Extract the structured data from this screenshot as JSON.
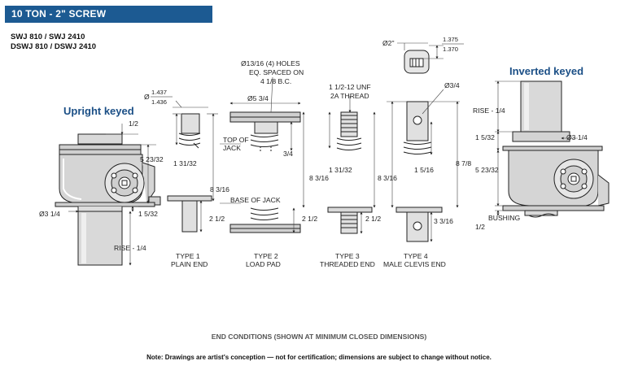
{
  "header": {
    "title": "10 TON - 2\" SCREW",
    "color": "#1c5a92"
  },
  "models": {
    "line1": "SWJ 810 / SWJ 2410",
    "line2": "DSWJ 810 / DSWJ 2410"
  },
  "views": {
    "upright": "Upright keyed",
    "inverted": "Inverted keyed"
  },
  "dims": {
    "half": "1/2",
    "d523_32": "5 23/32",
    "d3_14": "Ø3 1/4",
    "d1_5_32": "1 5/32",
    "rise": "RISE - 1/4",
    "d1_437_num": "1.437",
    "d1_437_den": "1.436",
    "d1_437_phi": "Ø",
    "holes_l1": "Ø13/16 (4) HOLES",
    "holes_l2": "EQ. SPACED ON",
    "holes_l3": "4 1/8 B.C.",
    "d5_34": "Ø5 3/4",
    "top_of": "TOP OF",
    "jack": "JACK",
    "d3_4": "3/4",
    "d1_31_32": "1 31/32",
    "d8_3_16": "8 3/16",
    "base_of_jack": "BASE OF JACK",
    "d2_12": "2 1/2",
    "unf_l1": "1 1/2-12 UNF",
    "unf_l2": "2A THREAD",
    "d2_dia": "Ø2\"",
    "d1_375_num": "1.375",
    "d1_375_den": "1.370",
    "d3_4_dia": "Ø3/4",
    "d1_5_16": "1 5/16",
    "d8_7_8": "8 7/8",
    "d3_3_16": "3 3/16",
    "rise_r": "RISE - 1/4",
    "d1_5_32_r": "1 5/32",
    "d3_14_r": "Ø3 1/4",
    "d523_32_r": "5 23/32",
    "bushing": "BUSHING",
    "half_r": "1/2"
  },
  "types": [
    {
      "name": "TYPE 1",
      "desc": "PLAIN END"
    },
    {
      "name": "TYPE 2",
      "desc": "LOAD PAD"
    },
    {
      "name": "TYPE 3",
      "desc": "THREADED END"
    },
    {
      "name": "TYPE 4",
      "desc": "MALE CLEVIS END"
    }
  ],
  "caption": "END CONDITIONS (SHOWN AT MINIMUM CLOSED DIMENSIONS)",
  "note": "Note: Drawings are artist's conception — not for certification; dimensions are subject to change without notice."
}
